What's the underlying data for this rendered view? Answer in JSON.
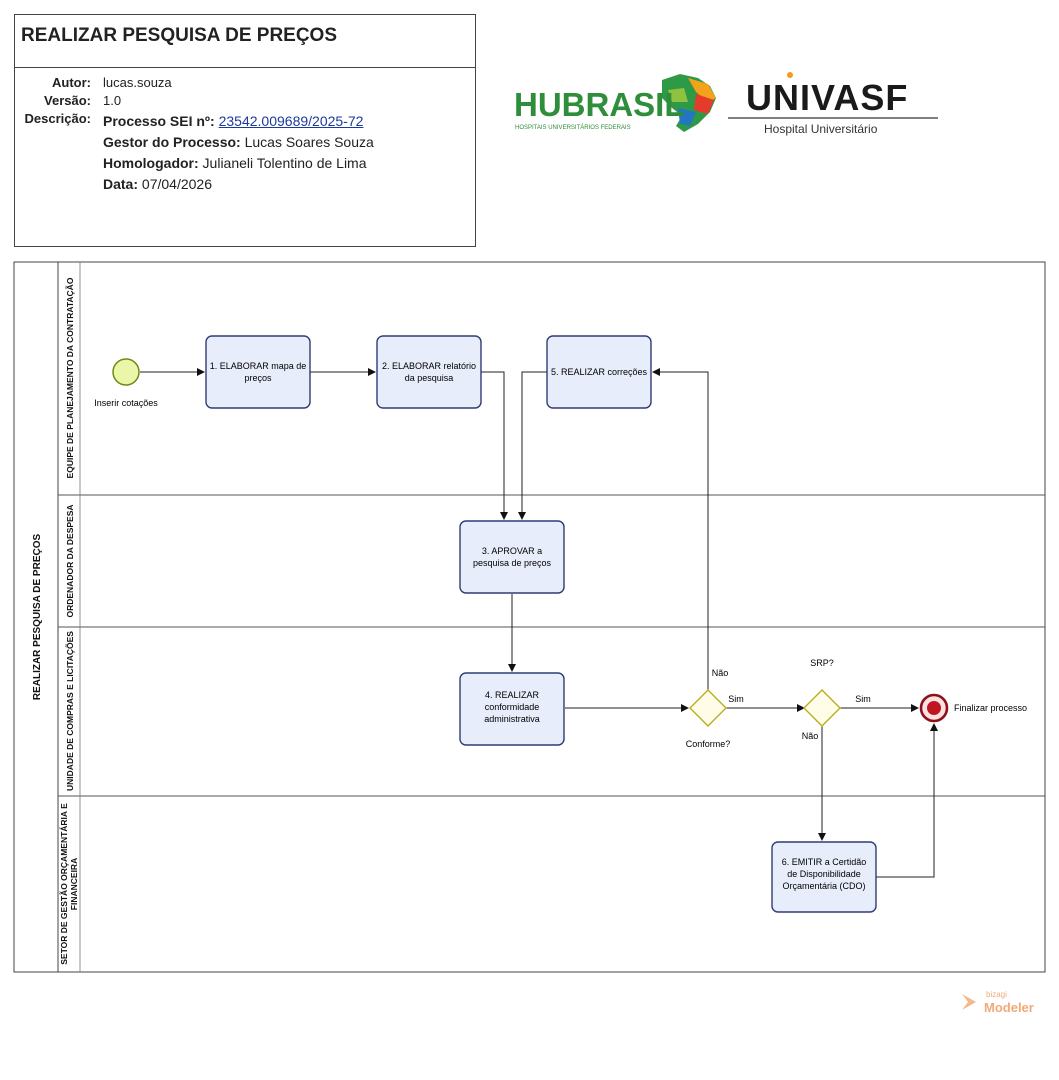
{
  "header": {
    "title": "REALIZAR PESQUISA DE PREÇOS",
    "author_label": "Autor:",
    "author": "lucas.souza",
    "version_label": "Versão:",
    "version": "1.0",
    "description_label": "Descrição:",
    "process_label": "Processo SEI nº:",
    "process_number": "23542.009689/2025-72",
    "manager_label": "Gestor do Processo:",
    "manager": "Lucas Soares Souza",
    "approver_label": "Homologador:",
    "approver": "Julianeli Tolentino de Lima",
    "date_label": "Data:",
    "date": "07/04/2026"
  },
  "logos": {
    "hubrasil_text": "HUBRASIL",
    "hubrasil_sub": "HOSPITAIS UNIVERSITÁRIOS FEDERAIS",
    "univasf_text": "UNIVASF",
    "univasf_sub": "Hospital Universitário"
  },
  "pool": {
    "name": "REALIZAR PESQUISA DE PREÇOS",
    "lanes": [
      {
        "name": "EQUIPE DE PLANEJAMENTO DA CONTRATAÇÃO"
      },
      {
        "name": "ORDENADOR DA DESPESA"
      },
      {
        "name": "UNIDADE DE COMPRAS E LICITAÇÕES"
      },
      {
        "name_line1": "SETOR DE GESTÃO ORÇAMENTÁRIA E",
        "name_line2": "FINANCEIRA"
      }
    ]
  },
  "events": {
    "start": "Inserir cotações",
    "end": "Finalizar processo"
  },
  "tasks": {
    "t1": [
      "1. ELABORAR mapa de",
      "preços"
    ],
    "t2": [
      "2. ELABORAR relatório",
      "da pesquisa"
    ],
    "t5": [
      "5. REALIZAR correções"
    ],
    "t3": [
      "3. APROVAR a",
      "pesquisa de preços"
    ],
    "t4": [
      "4. REALIZAR",
      "conformidade",
      "administrativa"
    ],
    "t6": [
      "6. EMITIR a Certidão",
      "de Disponibilidade",
      "Orçamentária (CDO)"
    ]
  },
  "gateways": {
    "g1": {
      "label": "Conforme?",
      "yes": "Sim",
      "no": "Não"
    },
    "g2": {
      "label": "SRP?",
      "yes": "Sim",
      "no": "Não"
    }
  },
  "branding": {
    "brand_small": "bizagi",
    "brand_big": "Modeler"
  },
  "colors": {
    "task_fill": "#e8edfb",
    "task_stroke": "#2e3c74",
    "start_fill": "#ecf6a8",
    "start_stroke": "#6f8a16",
    "end_stroke": "#8e1018",
    "end_fill": "#c01621",
    "gateway_fill": "#fffde8",
    "gateway_stroke": "#b9ae1e"
  }
}
